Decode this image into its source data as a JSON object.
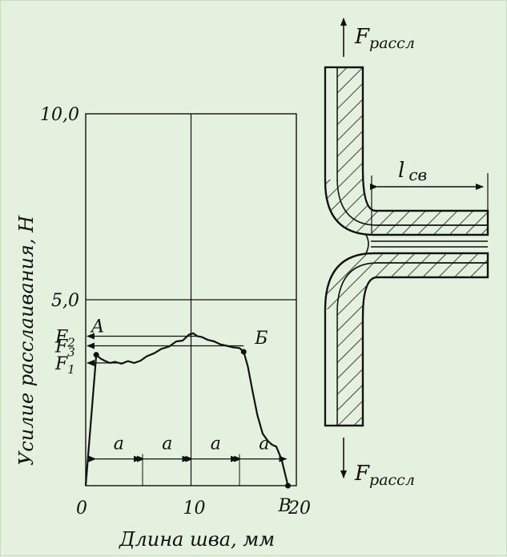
{
  "colors": {
    "background": "#e4f1df",
    "ink": "#111111"
  },
  "chart_data": {
    "type": "line",
    "title": "",
    "xlabel": "Длина шва, мм",
    "ylabel": "Усилие расслаивания, Н",
    "xlim": [
      0,
      20
    ],
    "ylim": [
      0,
      10
    ],
    "grid": true,
    "x_ticks": [
      {
        "v": 0,
        "label": "0"
      },
      {
        "v": 10,
        "label": "10"
      },
      {
        "v": 20,
        "label": "20"
      }
    ],
    "y_ticks": [
      {
        "v": 5,
        "label": "5,0"
      },
      {
        "v": 10,
        "label": "10,0"
      }
    ],
    "series": [
      {
        "x": [
          0,
          1.0,
          1.4,
          1.8,
          2.3,
          2.8,
          3.4,
          4.0,
          4.6,
          5.2,
          5.8,
          6.5,
          7.2,
          7.9,
          8.6,
          9.2,
          9.8,
          10.2,
          10.6,
          11.0,
          11.6,
          12.2,
          12.8,
          13.4,
          14.0,
          14.6,
          15.0,
          15.4,
          15.8,
          16.3,
          16.8,
          17.3,
          17.7,
          18.1,
          18.6,
          19.2
        ],
        "y": [
          0,
          3.52,
          3.42,
          3.36,
          3.3,
          3.33,
          3.28,
          3.35,
          3.3,
          3.36,
          3.48,
          3.56,
          3.68,
          3.74,
          3.88,
          3.9,
          4.06,
          4.1,
          4.02,
          4.0,
          3.92,
          3.88,
          3.8,
          3.76,
          3.72,
          3.7,
          3.6,
          3.2,
          2.6,
          1.9,
          1.4,
          1.2,
          1.1,
          1.05,
          0.7,
          0
        ]
      }
    ],
    "points": [
      {
        "name": "A",
        "x": 1.0,
        "y": 3.52
      },
      {
        "name": "Б",
        "x": 15.0,
        "y": 3.6
      },
      {
        "name": "В",
        "x": 19.2,
        "y": 0
      }
    ],
    "force_levels": [
      {
        "name": "F2",
        "label": "F",
        "sub": "2",
        "y": 4.02
      },
      {
        "name": "F3",
        "label": "F",
        "sub": "3",
        "y": 3.76
      },
      {
        "name": "F1",
        "label": "F",
        "sub": "1",
        "y": 3.3
      }
    ],
    "segment_label": "a",
    "segments": 4
  },
  "diagram": {
    "force_label": "F",
    "force_sub": "рассл",
    "length_label": "l",
    "length_sub": "св"
  }
}
